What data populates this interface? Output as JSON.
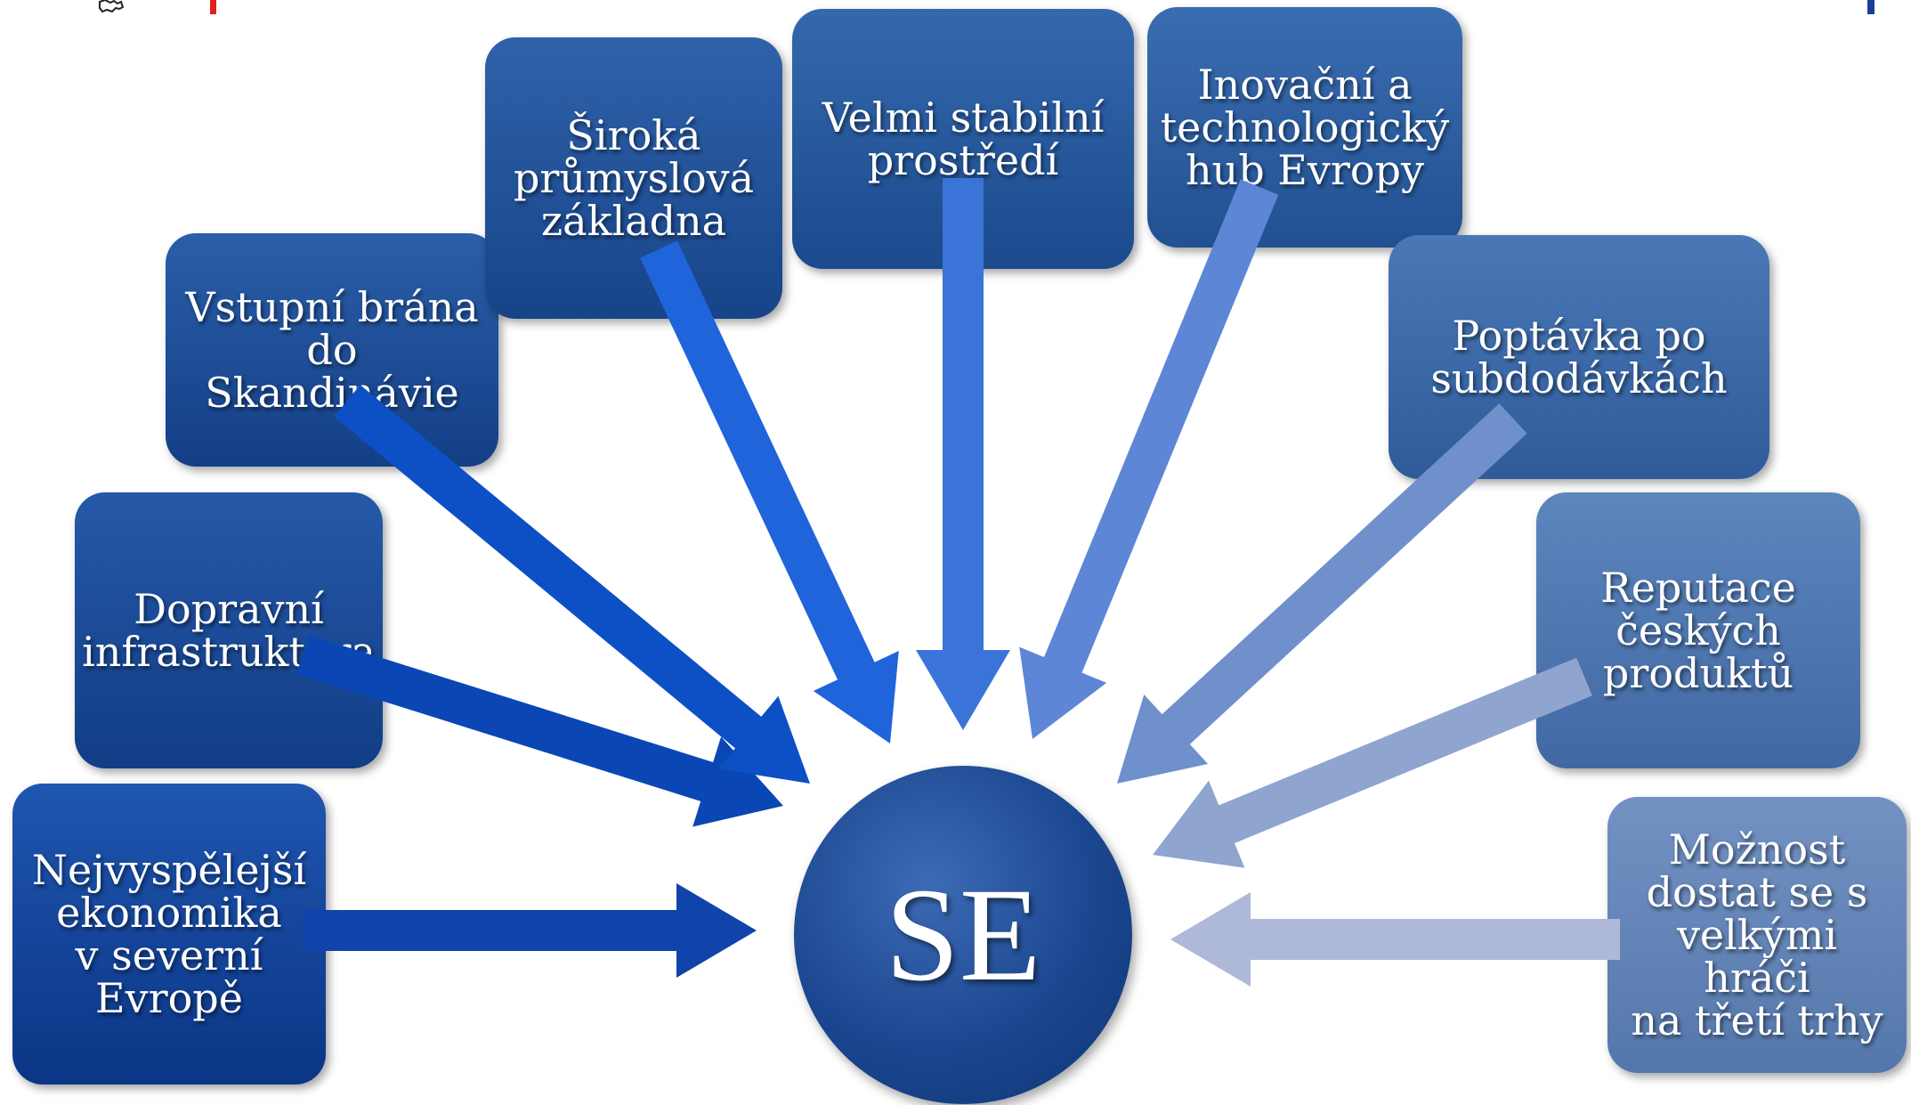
{
  "hub": {
    "label": "SE",
    "color": "#1b4790"
  },
  "factors": [
    {
      "id": "nejvyspelejsi",
      "text": "Nejvyspělejší\nekonomika\nv severní\nEvropě",
      "color_top": "#1f56b0",
      "color_bottom": "#0b3585",
      "arrow_color": "#1144aa"
    },
    {
      "id": "dopravni",
      "text": "Dopravní\ninfrastruktura",
      "color_top": "#2559a8",
      "color_bottom": "#123d86",
      "arrow_color": "#0a47b5"
    },
    {
      "id": "vstupni",
      "text": "Vstupní brána\ndo Skandinávie",
      "color_top": "#2a5ea8",
      "color_bottom": "#143f86",
      "arrow_color": "#0d4fc4"
    },
    {
      "id": "siroka",
      "text": "Široká\nprůmyslová\nzákladna",
      "color_top": "#2f62aa",
      "color_bottom": "#174488",
      "arrow_color": "#2064dc"
    },
    {
      "id": "stabilni",
      "text": "Velmi stabilní\nprostředí",
      "color_top": "#3468ad",
      "color_bottom": "#1b4a8d",
      "arrow_color": "#3a74d8"
    },
    {
      "id": "inovacni",
      "text": "Inovační a\ntechnologický\nhub Evropy",
      "color_top": "#3a6db1",
      "color_bottom": "#225192",
      "arrow_color": "#5e86d6"
    },
    {
      "id": "poptavka",
      "text": "Poptávka po\nsubdodávkách",
      "color_top": "#4a78b6",
      "color_bottom": "#2f5b9a",
      "arrow_color": "#7090cc"
    },
    {
      "id": "reputace",
      "text": "Reputace\nčeských\nproduktů",
      "color_top": "#5d86bd",
      "color_bottom": "#4168a3",
      "arrow_color": "#8fa4cf"
    },
    {
      "id": "moznost",
      "text": "Možnost\ndostat se s\nvelkými hráči\nna třetí trhy",
      "color_top": "#7392c3",
      "color_bottom": "#5477ab",
      "arrow_color": "#aeb9d9"
    }
  ],
  "header": {
    "logo_icon": "lion-emblem-icon",
    "flag_red": "#e0201b",
    "flag_blue": "#1a3f99"
  }
}
